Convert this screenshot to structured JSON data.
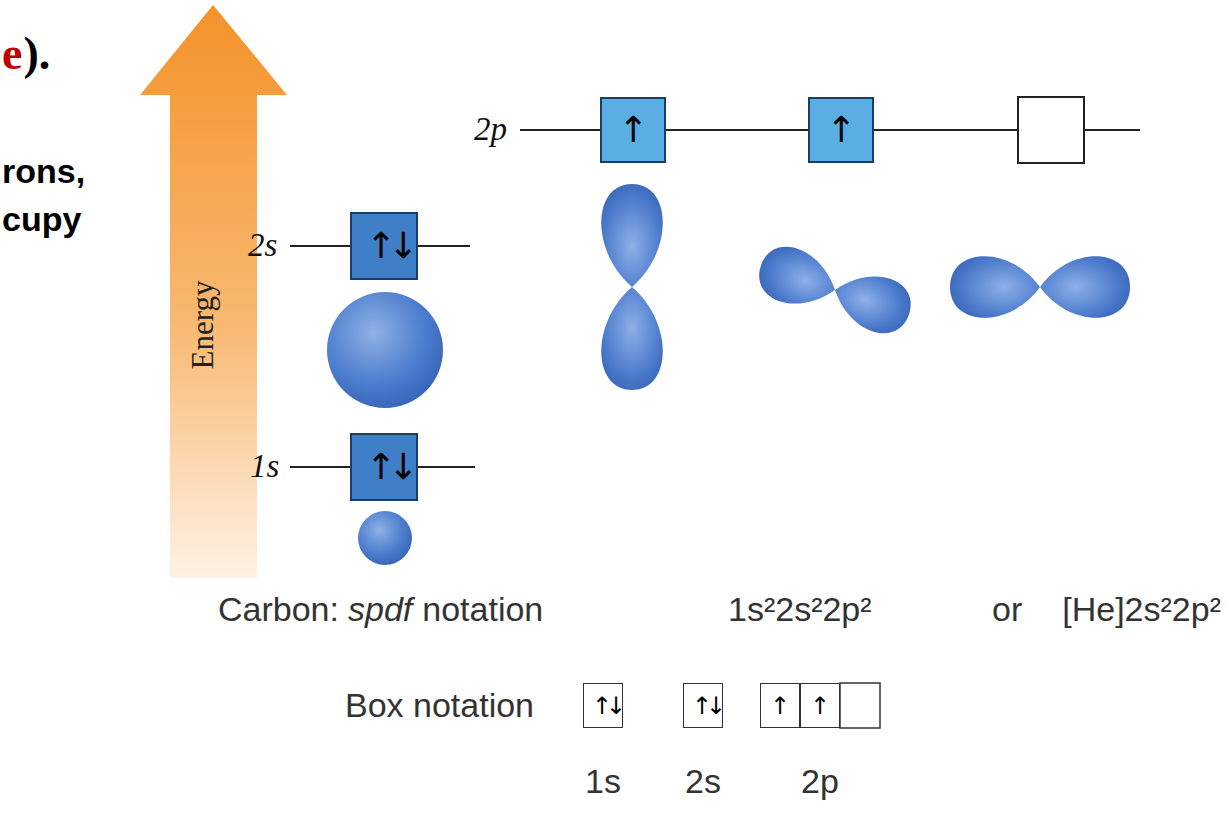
{
  "diagram": {
    "nodes": [
      {
        "text": [
          "↑↓"
        ]
      },
      {
        "text": [
          "↑↓"
        ]
      },
      {
        "text": [
          "↑"
        ]
      },
      {
        "text": [
          "↑"
        ]
      },
      {
        "text": [
          "↑↓"
        ]
      },
      {
        "text": [
          "↑↓"
        ]
      },
      {
        "text": [
          "↑"
        ]
      },
      {
        "text": [
          "↑"
        ]
      }
    ],
    "labels": [
      "e",
      ").",
      "rons,",
      "cupy",
      "Energy",
      "2p",
      "2s",
      "1s",
      "Carbon:",
      "spdf",
      "notation",
      "1s²2s²2p²",
      "or",
      "[He]2s²2p²",
      "Box notation",
      "1s",
      "2s",
      "2p"
    ]
  }
}
